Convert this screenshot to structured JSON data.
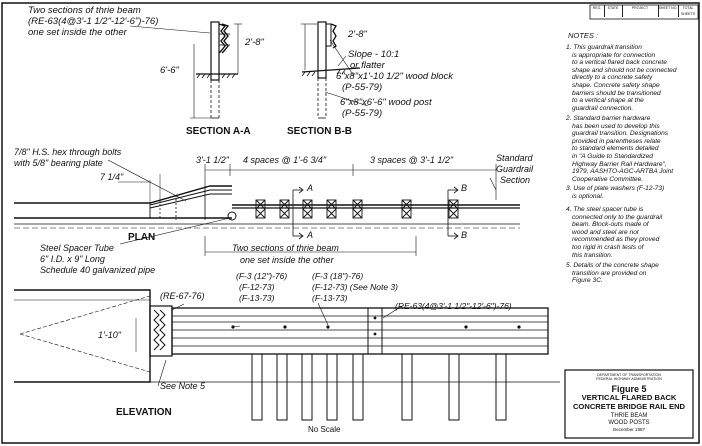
{
  "section_aa": {
    "callout_line1": "Two sections of thrie beam",
    "callout_line2": "(RE-63(4@3'-1 1/2\"-12'-6\")-76)",
    "callout_line3": "one set inside the other",
    "dim_height": "2'-8\"",
    "dim_post": "6'-6\"",
    "title": "SECTION A-A"
  },
  "section_bb": {
    "dim_height": "2'-8\"",
    "slope_line1": "Slope - 10:1",
    "slope_line2": "or flatter",
    "block_line1": "6\"x8\"x1'-10 1/2\" wood block",
    "block_line2": "(P-55-79)",
    "post_line1": "6\"x8\"x6'-6\" wood post",
    "post_line2": "(P-55-79)",
    "title": "SECTION B-B"
  },
  "plan": {
    "bolts_line1": "7/8\" H.S. hex through bolts",
    "bolts_line2": "with 5/8\" bearing plate",
    "dim_first": "3'-1 1/2\"",
    "dim_four": "4 spaces @ 1'-6 3/4\"",
    "dim_three": "3 spaces @ 3'-1 1/2\"",
    "dim_offset": "7 1/4\"",
    "standard_line1": "Standard",
    "standard_line2": "Guardrail",
    "standard_line3": "Section",
    "cut_a": "A",
    "cut_b": "B",
    "title": "PLAN",
    "spacer_line1": "Steel Spacer Tube",
    "spacer_line2": "6\" I.D. x 9\" Long",
    "spacer_line3": "Schedule 40 galvanized pipe",
    "two_sections_line1": "Two sections of thrie beam",
    "two_sections_line2": "one set inside the other"
  },
  "elevation": {
    "ref_re67": "(RE-67-76)",
    "ref_f3_12": "(F-3 (12\")-76)",
    "ref_f12_73a": "(F-12-73)",
    "ref_f13_73a": "(F-13-73)",
    "ref_f3_18": "(F-3 (18\")-76)",
    "ref_f12_73b": "(F-12-73) (See Note 3)",
    "ref_f13_73b": "(F-13-73)",
    "ref_re63": "(RE-63(4@3'-1 1/2\"-12'-6\")-76)",
    "dim_height": "1'-10\"",
    "see_note": "See Note 5",
    "title": "ELEVATION",
    "scale": "No Scale"
  },
  "notes": {
    "heading": "NOTES :",
    "n1": [
      "1. This guardrail transition",
      "is appropriate for connection",
      "to a vertical flared back concrete",
      "shape and should not be connected",
      "directly to a concrete safety",
      "shape. Concrete safety shape",
      "barriers should be transitioned",
      "to a vertical shape at the",
      "guardrail connection."
    ],
    "n2": [
      "2. Standard barrier hardware",
      "has been used to develop this",
      "guardrail transition. Designations",
      "provided in parentheses relate",
      "to standard elements detailed",
      "in \"A Guide to Standardized",
      "Highway Barrier Rail Hardware\",",
      "1979, AASHTO-AGC-ARTBA Joint",
      "Cooperative Committee."
    ],
    "n3": [
      "3. Use of plate washers (F-12-73)",
      "is optional."
    ],
    "n4": [
      "4. The steel spacer tube is",
      "connected only to the guardrail",
      "beam. Block-outs made of",
      "wood and steel are not",
      "recommended as they proved",
      "too rigid in crash tests of",
      "this transition."
    ],
    "n5": [
      "5. Details of the concrete shape",
      "transition are provided on",
      "Figure 3C."
    ]
  },
  "title_block": {
    "agency_line1": "DEPARTMENT OF TRANSPORTATION",
    "agency_line2": "FEDERAL HIGHWAY ADMINISTRATION",
    "figure": "Figure 5",
    "line1": "VERTICAL FLARED BACK",
    "line2": "CONCRETE BRIDGE RAIL END",
    "line3": "THRIE BEAM",
    "line4": "WOOD POSTS",
    "date": "December 1987"
  },
  "header_table": {
    "cells": [
      "REG.",
      "STATE",
      "PROJECT",
      "SHEET NO.",
      "TOTAL SHEETS"
    ]
  }
}
